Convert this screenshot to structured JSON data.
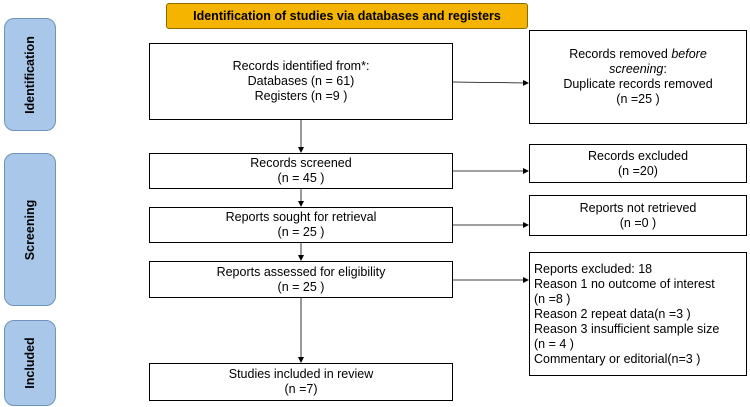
{
  "title": "Identification of studies via databases and registers",
  "phases": {
    "identification": "Identification",
    "screening": "Screening",
    "included": "Included"
  },
  "identified": {
    "line1": "Records identified from*:",
    "line2": "Databases (n = 61)",
    "line3": "Registers (n =9 )"
  },
  "removed": {
    "line1_pre": "Records removed ",
    "line1_em": "before",
    "line2_em": "screening",
    "line2_post": ":",
    "line3": "Duplicate records removed",
    "line4": "(n =25 )"
  },
  "screened": {
    "line1": "Records screened",
    "line2": "(n = 45 )"
  },
  "excluded": {
    "line1": "Records excluded",
    "line2": "(n =20)"
  },
  "sought": {
    "line1": "Reports sought for retrieval",
    "line2": "(n = 25 )"
  },
  "not_retrieved": {
    "line1": "Reports not retrieved",
    "line2": "(n =0 )"
  },
  "assessed": {
    "line1": "Reports assessed for eligibility",
    "line2": "(n = 25 )"
  },
  "reports_excluded": {
    "line1": "Reports excluded: 18",
    "line2": "Reason 1 no outcome of interest",
    "line3": "(n =8 )",
    "line4": "Reason 2 repeat data(n =3 )",
    "line5": "Reason 3  insufficient sample size",
    "line6": "(n = 4 )",
    "line7": "Commentary or editorial(n=3 )"
  },
  "included": {
    "line1": "Studies included in review",
    "line2": "(n =7)"
  }
}
